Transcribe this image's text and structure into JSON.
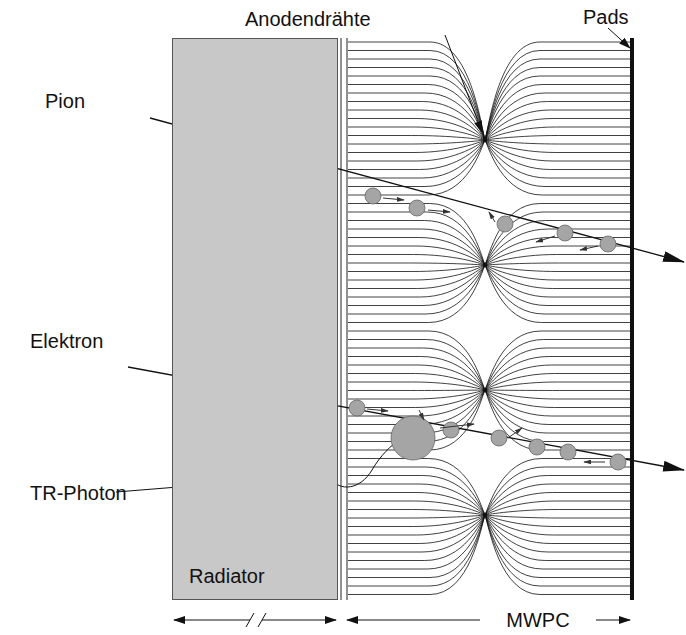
{
  "diagram": {
    "nodes": [
      {
        "text": [
          "Radiator"
        ]
      }
    ],
    "labels": [
      "Anodendrähte",
      "Pads",
      "Pion",
      "Elektron",
      "TR-Photon",
      "MWPC"
    ]
  }
}
